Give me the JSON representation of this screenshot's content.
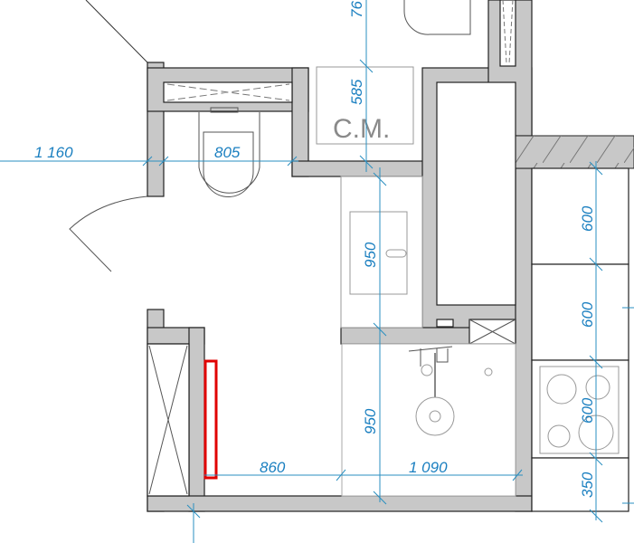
{
  "plan": {
    "washer_label": "С.М.",
    "highlight_color": "#e00000",
    "dimension_color": "#1a7fc0",
    "dimensions": {
      "top_clipped": "76",
      "washer_depth": "585",
      "left_span": "1 160",
      "toilet_width": "805",
      "sink_length": "950",
      "shower_length": "950",
      "bottom_left": "860",
      "bottom_right": "1 090",
      "kitchen_1": "600",
      "kitchen_2": "600",
      "kitchen_3": "600",
      "kitchen_4": "350"
    }
  }
}
